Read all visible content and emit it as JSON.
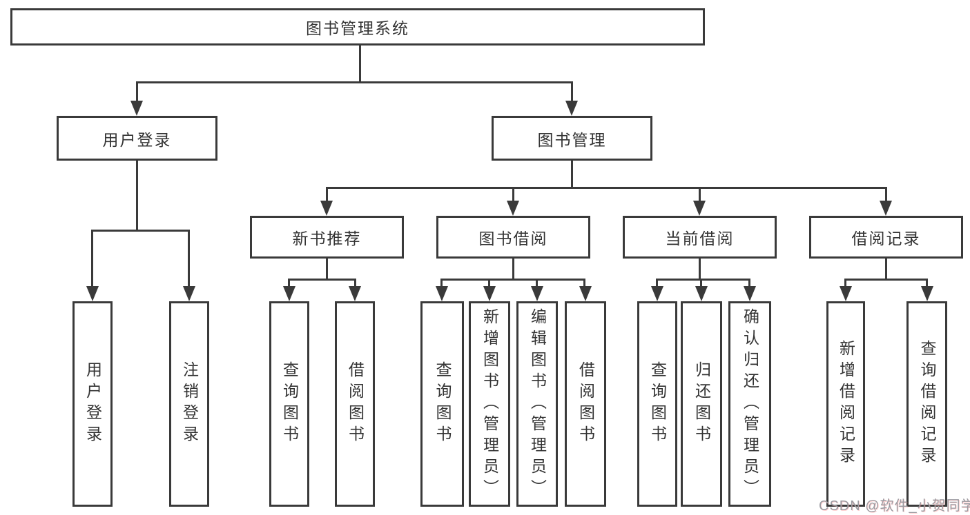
{
  "tree": {
    "root": "图书管理系统",
    "children": [
      {
        "label": "用户登录",
        "leaves": [
          "用户登录",
          "注销登录"
        ]
      },
      {
        "label": "图书管理",
        "children": [
          {
            "label": "新书推荐",
            "leaves": [
              "查询图书",
              "借阅图书"
            ]
          },
          {
            "label": "图书借阅",
            "leaves": [
              "查询图书",
              "新增图书（管理员）",
              "编辑图书（管理员）",
              "借阅图书"
            ]
          },
          {
            "label": "当前借阅",
            "leaves": [
              "查询图书",
              "归还图书",
              "确认归还（管理员）"
            ]
          },
          {
            "label": "借阅记录",
            "leaves": [
              "新增借阅记录",
              "查询借阅记录"
            ]
          }
        ]
      }
    ]
  },
  "watermark": "CSDN @软件_小贺同学",
  "colors": {
    "line": "#3a3a3a",
    "text": "#333333",
    "background": "#ffffff",
    "watermark": "#9b9ba1"
  }
}
